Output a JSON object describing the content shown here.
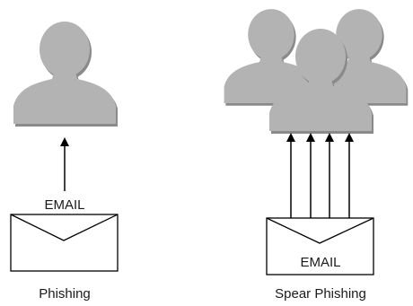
{
  "panels": [
    {
      "email_label": "EMAIL",
      "caption": "Phishing"
    },
    {
      "email_label": "EMAIL",
      "caption": "Spear Phishing"
    }
  ],
  "colors": {
    "person_fill": "#b3b3b3",
    "person_shadow": "#8a8a8a",
    "line": "#000000",
    "envelope_fill": "#ffffff"
  },
  "icons": [
    "person-icon",
    "envelope-icon",
    "arrow-up-icon"
  ]
}
